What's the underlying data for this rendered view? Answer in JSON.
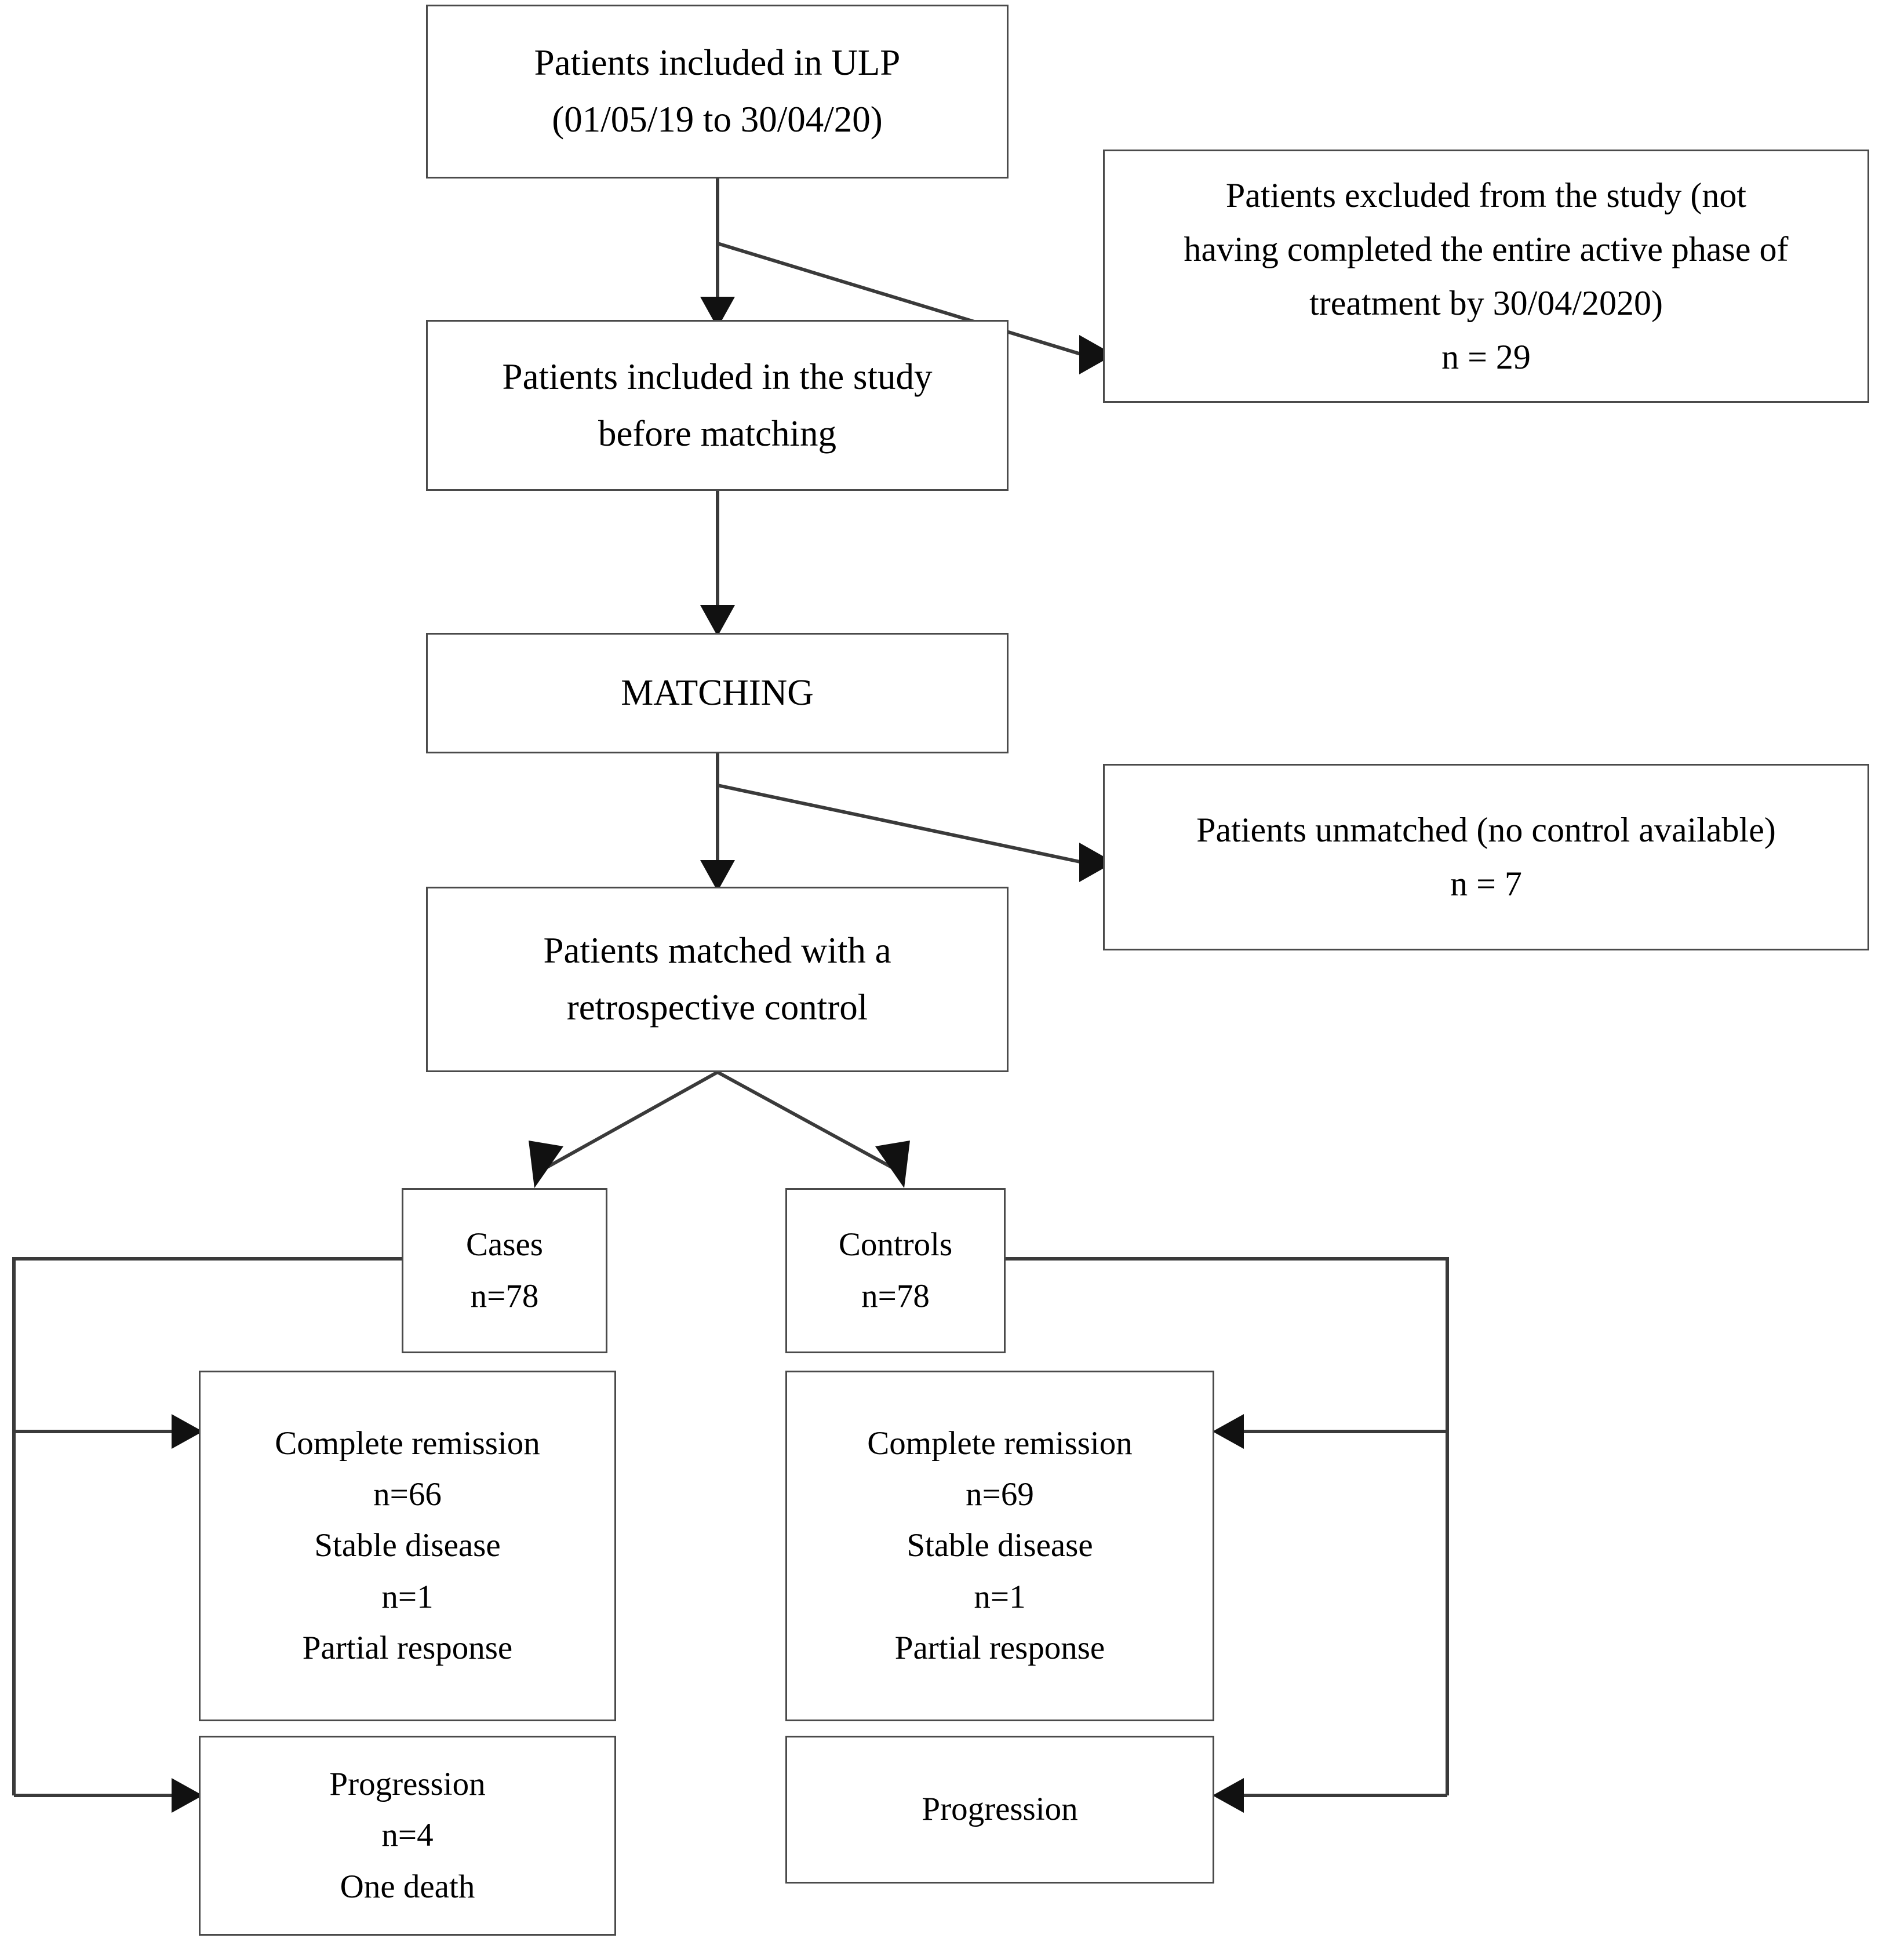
{
  "diagram": {
    "type": "flowchart",
    "title": "Patient selection and outcome flow diagram",
    "stroke_color": "#4a4a4a",
    "text_color": "#000000",
    "background_color": "#ffffff"
  },
  "nodes": {
    "ulp": {
      "lines": [
        "Patients included in ULP",
        "(01/05/19 to 30/04/20)"
      ]
    },
    "excluded": {
      "lines": [
        "Patients excluded from the study (not",
        "having completed the entire active phase of",
        "treatment by 30/04/2020)",
        "n = 29"
      ]
    },
    "before_matching": {
      "lines": [
        "Patients included in the study",
        "before matching"
      ]
    },
    "matching": {
      "lines": [
        "MATCHING"
      ]
    },
    "unmatched": {
      "lines": [
        "Patients unmatched (no control available)",
        "n = 7"
      ]
    },
    "matched": {
      "lines": [
        "Patients matched with a",
        "retrospective control"
      ]
    },
    "cases": {
      "lines": [
        "Cases",
        "n=78"
      ]
    },
    "controls": {
      "lines": [
        "Controls",
        "n=78"
      ]
    },
    "cases_outcome": {
      "lines": [
        "Complete remission",
        "n=66",
        "Stable disease",
        "n=1",
        "Partial response"
      ]
    },
    "controls_outcome": {
      "lines": [
        "Complete remission",
        "n=69",
        "Stable disease",
        "n=1",
        "Partial response"
      ]
    },
    "cases_progression": {
      "lines": [
        "Progression",
        "n=4",
        "One death"
      ]
    },
    "controls_progression": {
      "lines": [
        "Progression"
      ]
    }
  },
  "edges": [
    {
      "from": "ulp",
      "to": "before_matching",
      "style": "straight-down-arrow"
    },
    {
      "from": "ulp",
      "to": "excluded",
      "style": "diagonal-right-arrow"
    },
    {
      "from": "before_matching",
      "to": "matching",
      "style": "straight-down-arrow"
    },
    {
      "from": "matching",
      "to": "matched",
      "style": "straight-down-arrow"
    },
    {
      "from": "matching",
      "to": "unmatched",
      "style": "diagonal-right-arrow"
    },
    {
      "from": "matched",
      "to": "cases",
      "style": "diagonal-left-arrow"
    },
    {
      "from": "matched",
      "to": "controls",
      "style": "diagonal-right-arrow"
    },
    {
      "from": "cases",
      "to": "cases_outcome",
      "style": "left-rail-arrow"
    },
    {
      "from": "cases",
      "to": "cases_progression",
      "style": "left-rail-arrow"
    },
    {
      "from": "controls",
      "to": "controls_outcome",
      "style": "right-rail-arrow"
    },
    {
      "from": "controls",
      "to": "controls_progression",
      "style": "right-rail-arrow"
    }
  ]
}
